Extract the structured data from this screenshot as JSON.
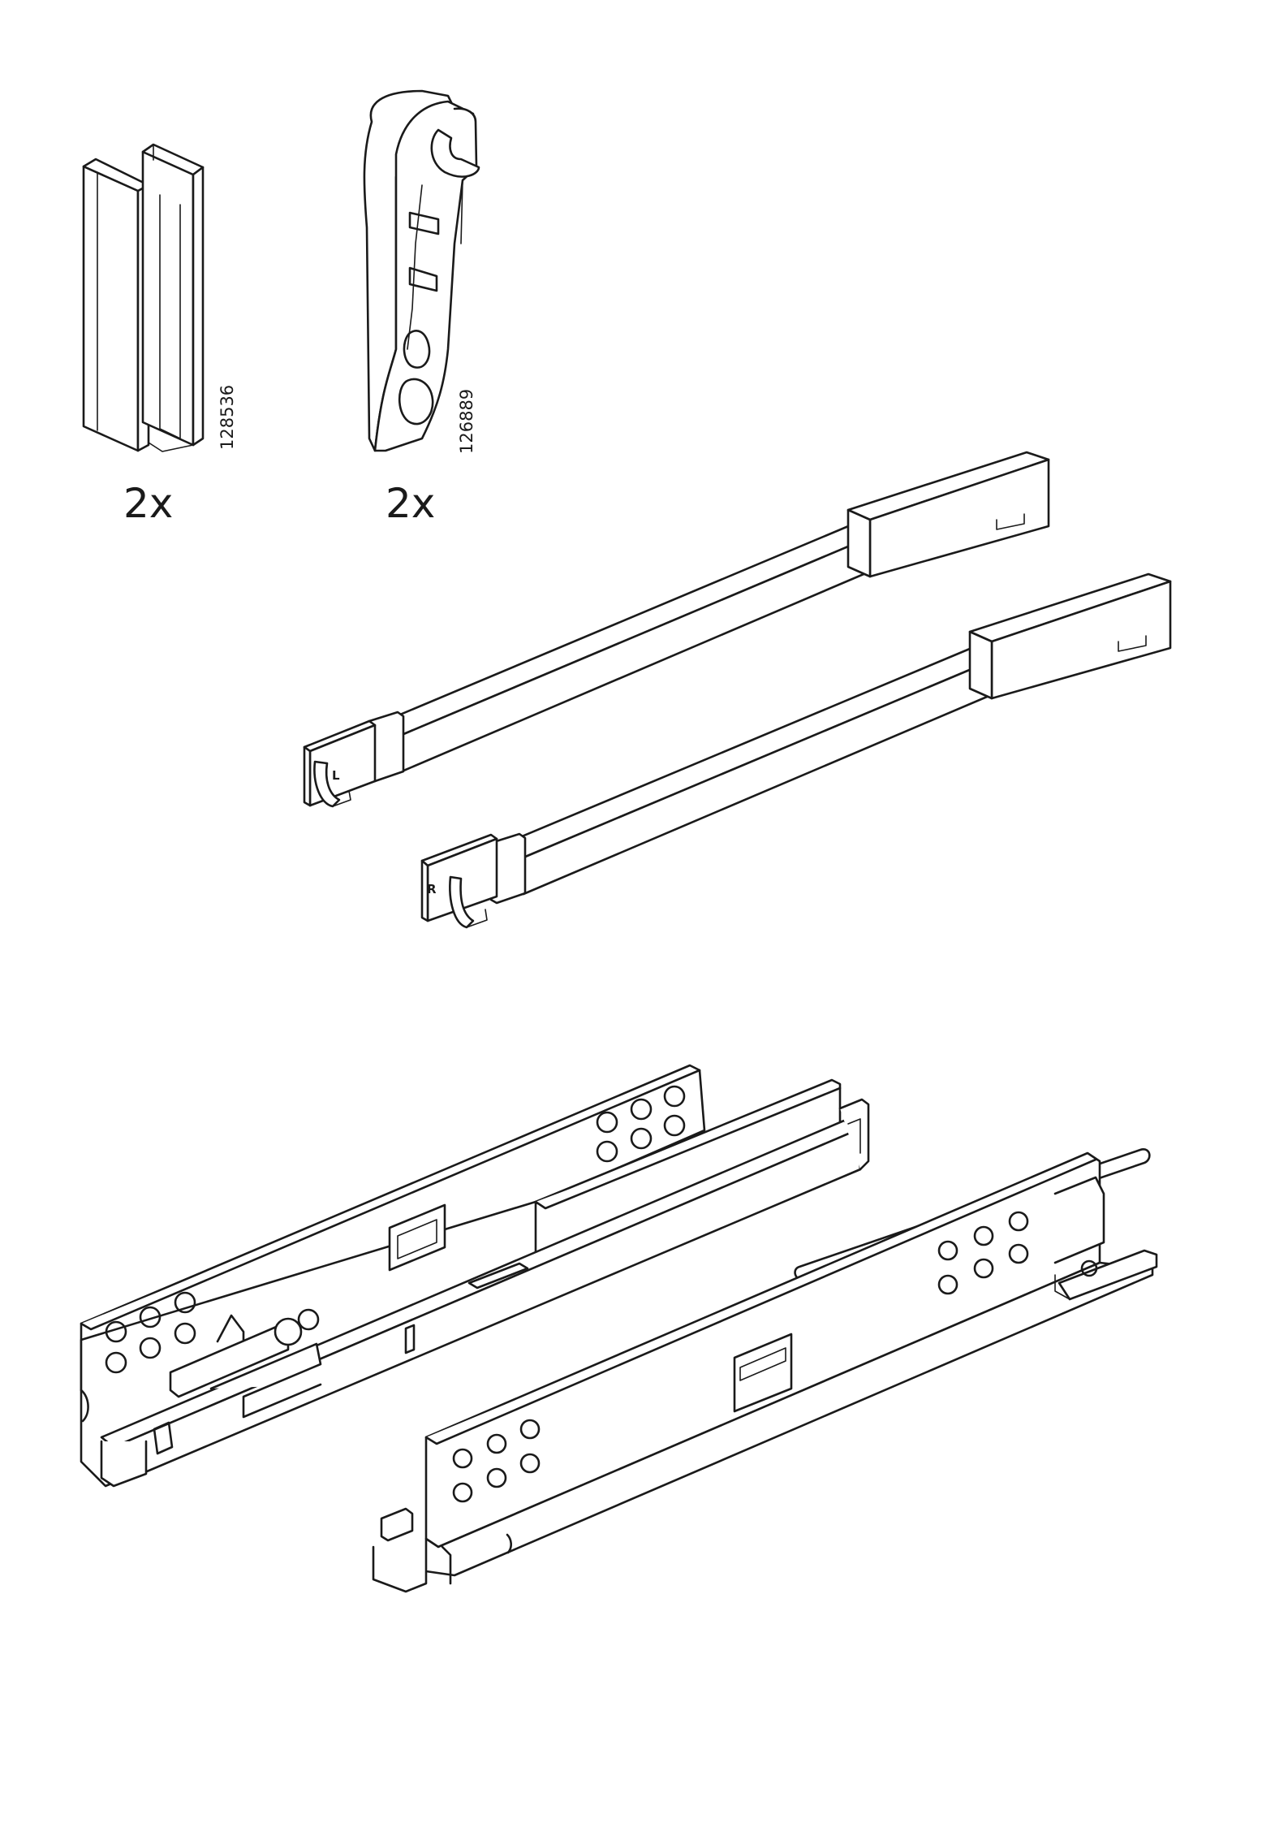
{
  "parts": {
    "bracket": {
      "quantity": "2x",
      "part_number": "128536",
      "icon": "u-channel-bracket-icon"
    },
    "clip": {
      "quantity": "2x",
      "part_number": "126889",
      "icon": "locking-clip-icon"
    },
    "rods": {
      "left_marking": "L",
      "right_marking": "R",
      "icon": "synchronization-rod-icon"
    },
    "runners": {
      "icon": "drawer-runner-icon"
    }
  },
  "colors": {
    "line": "#1a1a1a",
    "background": "#ffffff"
  }
}
